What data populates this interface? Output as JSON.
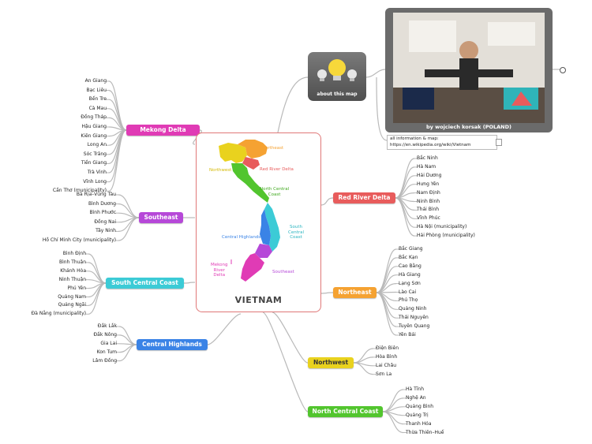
{
  "title": "VIETNAM",
  "colors": {
    "mekong": "#e03bb5",
    "southeast": "#b648d8",
    "south_central_coast": "#3ccbd6",
    "central_highlands": "#3a83e6",
    "red_river_delta": "#e85c5c",
    "northeast": "#f5a232",
    "northwest": "#e9d21e",
    "north_central_coast": "#52c52e"
  },
  "map_labels": {
    "northeast": "Northeast",
    "northwest": "Northwest",
    "red_river_delta": "Red River Delta",
    "north_central_coast": [
      "North Central",
      "Coast"
    ],
    "south_central_coast": [
      "South",
      "Central",
      "Coast"
    ],
    "central_highlands": "Central Highlands",
    "mekong_river_delta": [
      "Mekong",
      "River",
      "Delta"
    ],
    "southeast": "Southeast"
  },
  "about": {
    "label": "about this map",
    "icon": "lightbulb-icon"
  },
  "photo": {
    "caption": "by wojciech korsak (POLAND)"
  },
  "info": {
    "line1": "all information & map:",
    "line2": "https://en.wikipedia.org/wiki/Vietnam"
  },
  "regions": {
    "mekong_delta": {
      "label": "Mekong Delta",
      "items": [
        "An Giang",
        "Bạc Liêu",
        "Bến Tre",
        "Cà Mau",
        "Đồng Tháp",
        "Hậu Giang",
        "Kiên Giang",
        "Long An",
        "Sóc Trăng",
        "Tiền Giang",
        "Trà Vinh",
        "Vĩnh Long",
        "Cần Thơ (municipality)"
      ]
    },
    "southeast": {
      "label": "Southeast",
      "items": [
        "Bà Rịa–Vũng Tàu",
        "Bình Dương",
        "Bình Phước",
        "Đồng Nai",
        "Tây Ninh",
        "Hồ Chí Minh City (municipality)"
      ]
    },
    "south_central_coast": {
      "label": "South Central Coast",
      "items": [
        "Bình Định",
        "Bình Thuận",
        "Khánh Hòa",
        "Ninh Thuận",
        "Phú Yên",
        "Quảng Nam",
        "Quảng Ngãi",
        "Đà Nẵng (municipality)"
      ]
    },
    "central_highlands": {
      "label": "Central Highlands",
      "items": [
        "Đắk Lắk",
        "Đắk Nông",
        "Gia Lai",
        "Kon Tum",
        "Lâm Đồng"
      ]
    },
    "red_river_delta": {
      "label": "Red River Delta",
      "items": [
        "Bắc Ninh",
        "Hà Nam",
        "Hải Dương",
        "Hưng Yên",
        "Nam Định",
        "Ninh Bình",
        "Thái Bình",
        "Vĩnh Phúc",
        "Hà Nội (municipality)",
        "Hải Phòng (municipality)"
      ]
    },
    "northeast": {
      "label": "Northeast",
      "items": [
        "Bắc Giang",
        "Bắc Kạn",
        "Cao Bằng",
        "Hà Giang",
        "Lạng Sơn",
        "Lào Cai",
        "Phú Thọ",
        "Quảng Ninh",
        "Thái Nguyên",
        "Tuyên Quang",
        "Yên Bái"
      ]
    },
    "northwest": {
      "label": "Northwest",
      "items": [
        "Điện Biên",
        "Hòa Bình",
        "Lai Châu",
        "Sơn La"
      ]
    },
    "north_central_coast": {
      "label": "North Central Coast",
      "items": [
        "Hà Tĩnh",
        "Nghệ An",
        "Quảng Bình",
        "Quảng Trị",
        "Thanh Hóa",
        "Thừa Thiên–Huế"
      ]
    }
  }
}
